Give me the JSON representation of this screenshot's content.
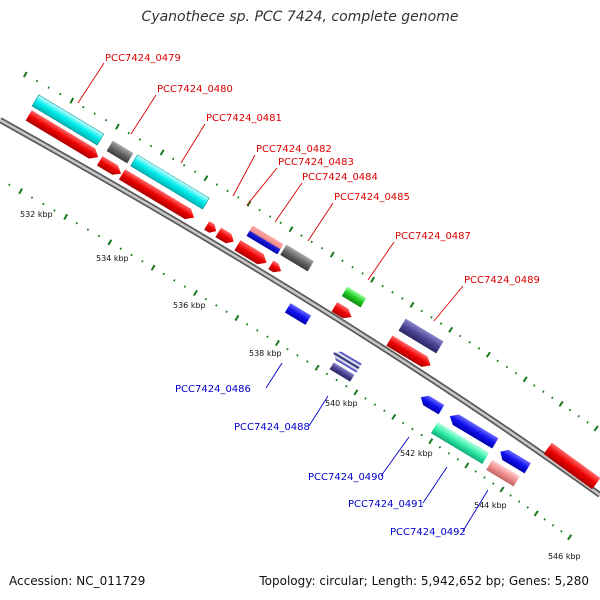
{
  "title": "Cyanothece sp. PCC 7424, complete genome",
  "footer": {
    "accession": "Accession: NC_011729",
    "topology": "Topology: circular; Length: 5,942,652 bp; Genes: 5,280"
  },
  "colors": {
    "label_forward": "#dd0000",
    "label_reverse": "#0000cc",
    "backbone": "#888888",
    "tick": "#1a7a1a"
  },
  "scale_labels": [
    "532 kbp",
    "534 kbp",
    "536 kbp",
    "538 kbp",
    "540 kbp",
    "542 kbp",
    "544 kbp",
    "546 kbp"
  ],
  "gene_labels": {
    "forward": [
      "PCC7424_0479",
      "PCC7424_0480",
      "PCC7424_0481",
      "PCC7424_0482",
      "PCC7424_0483",
      "PCC7424_0484",
      "PCC7424_0485",
      "PCC7424_0487",
      "PCC7424_0489"
    ],
    "reverse": [
      "PCC7424_0486",
      "PCC7424_0488",
      "PCC7424_0490",
      "PCC7424_0491",
      "PCC7424_0492"
    ]
  }
}
